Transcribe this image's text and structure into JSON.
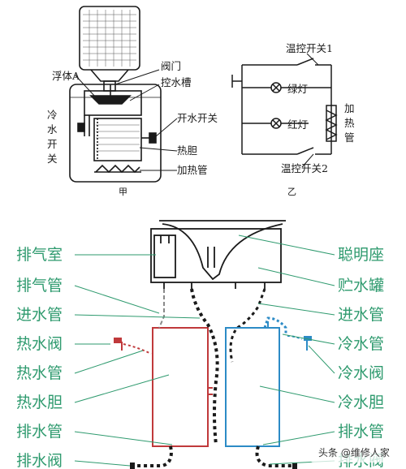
{
  "colors": {
    "black": "#1a1a1a",
    "green_text": "#2e9a6e",
    "hot_red": "#c0393b",
    "cold_blue": "#2c8bc6",
    "gray": "#6b6b6b"
  },
  "top_left": {
    "labels": {
      "float": "浮体A",
      "valve": "阀门",
      "tank": "控水槽",
      "cold_switch_1": "冷",
      "cold_switch_2": "水",
      "cold_switch_3": "开",
      "cold_switch_4": "关",
      "hot_switch": "开水开关",
      "liner": "热胆",
      "heater": "加热管"
    },
    "caption": "甲"
  },
  "top_right": {
    "labels": {
      "thermo1": "温控开关1",
      "green_lamp": "绿灯",
      "red_lamp": "红灯",
      "heat_tube_1": "加",
      "heat_tube_2": "热",
      "heat_tube_3": "管",
      "thermo2": "温控开关2"
    },
    "caption": "乙"
  },
  "bottom": {
    "left_labels": [
      "排气室",
      "排气管",
      "进水管",
      "热水阀",
      "热水管",
      "热水胆",
      "排水管",
      "排水阀"
    ],
    "right_labels": [
      "聪明座",
      "贮水罐",
      "进水管",
      "冷水管",
      "冷水阀",
      "冷水胆",
      "排水管",
      "排水阀"
    ]
  },
  "watermark": "头条 @维修人家"
}
